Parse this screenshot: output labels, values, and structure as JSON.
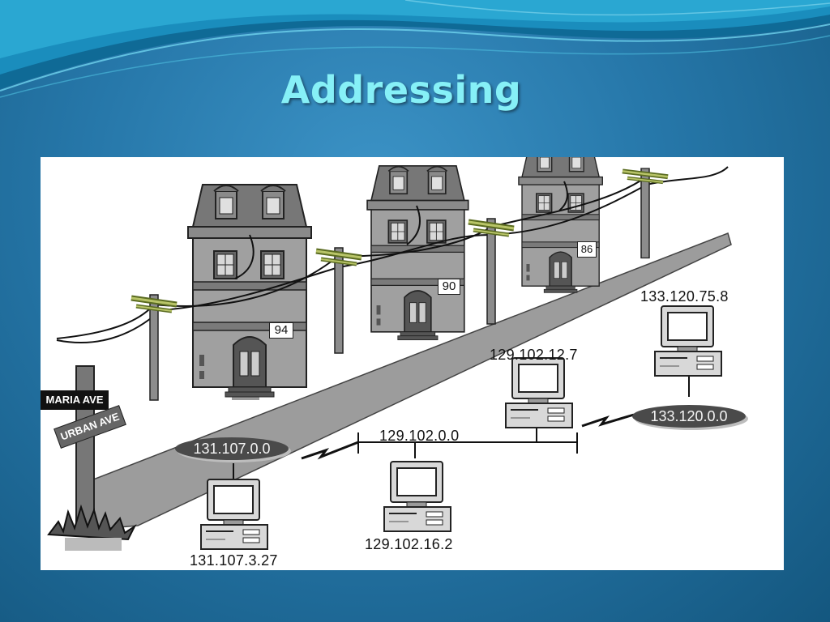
{
  "slide": {
    "title": "Addressing"
  },
  "street_signs": {
    "primary": "MARIA AVE",
    "secondary": "URBAN AVE"
  },
  "houses": [
    {
      "number": "94"
    },
    {
      "number": "90"
    },
    {
      "number": "86"
    }
  ],
  "networks": [
    {
      "id": "131.107.0.0",
      "style": "oval"
    },
    {
      "id": "129.102.0.0",
      "style": "bus"
    },
    {
      "id": "133.120.0.0",
      "style": "oval"
    }
  ],
  "hosts": [
    {
      "address": "131.107.3.27"
    },
    {
      "address": "129.102.16.2"
    },
    {
      "address": "129.102.12.7"
    },
    {
      "address": "133.120.75.8"
    }
  ],
  "colors": {
    "accent_title": "#86f0f7",
    "background": "#2677a9",
    "panel": "#ffffff"
  }
}
